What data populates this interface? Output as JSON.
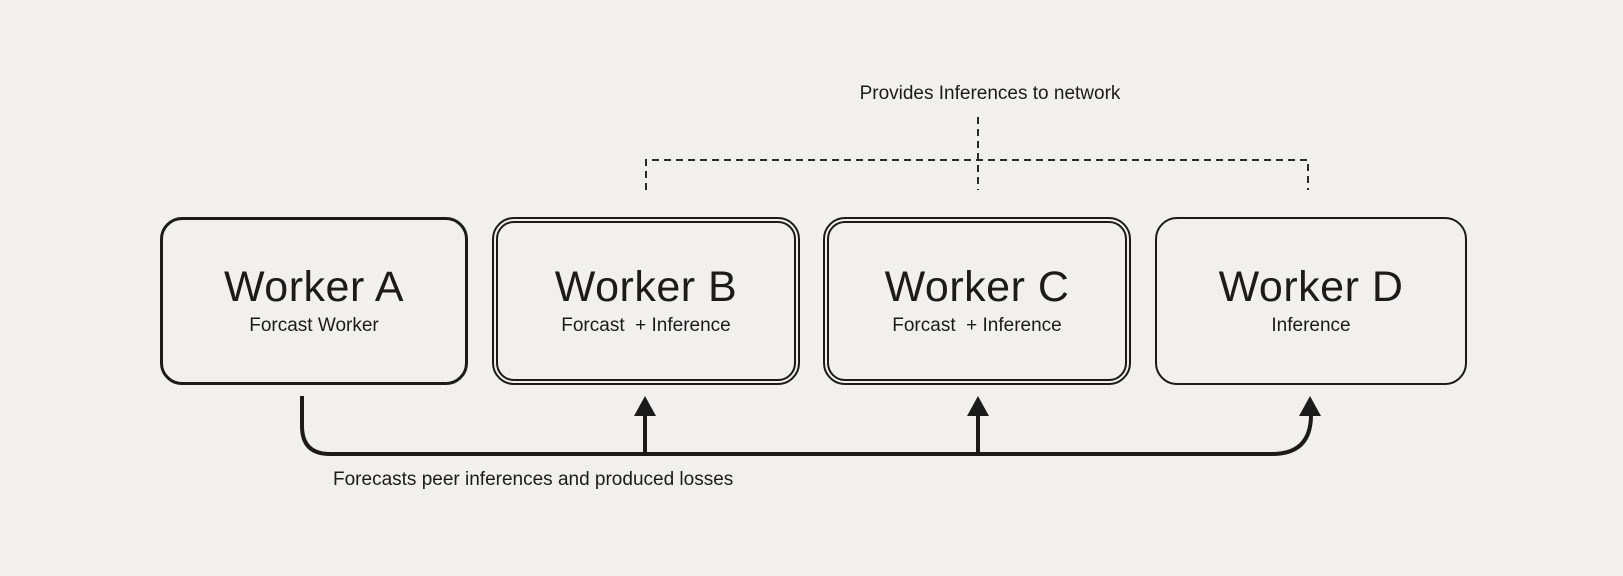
{
  "canvas": {
    "background_color": "#f1f0ef",
    "ink_color": "#1b1b1b"
  },
  "top_annotation": {
    "label": "Provides Inferences to network"
  },
  "bottom_annotation": {
    "label": "Forecasts peer inferences and produced losses"
  },
  "workers": [
    {
      "title": "Worker A",
      "subtitle": "Forcast Worker",
      "border_style": "single-thick"
    },
    {
      "title": "Worker B",
      "subtitle": "Forcast  + Inference",
      "border_style": "double"
    },
    {
      "title": "Worker C",
      "subtitle": "Forcast  + Inference",
      "border_style": "double"
    },
    {
      "title": "Worker D",
      "subtitle": "Inference",
      "border_style": "single-thin"
    }
  ]
}
